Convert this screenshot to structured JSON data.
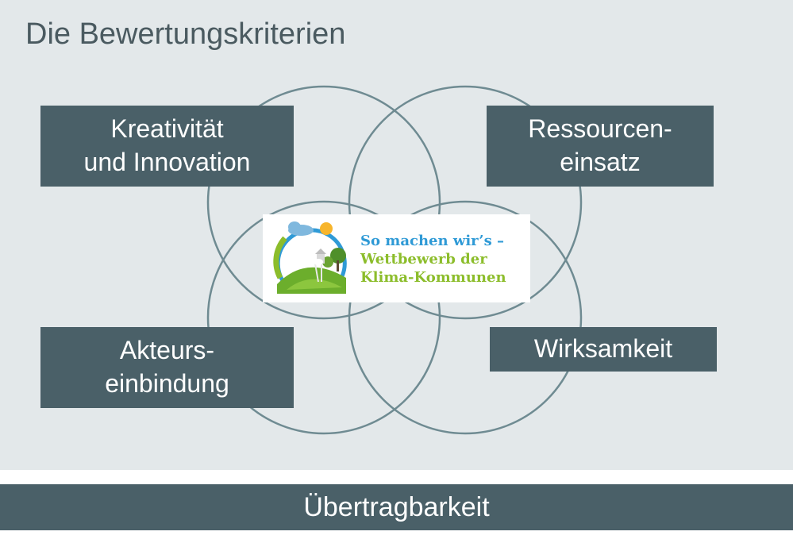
{
  "title": "Die Bewertungskriterien",
  "criteria": {
    "top_left": "Kreativität\nund Innovation",
    "top_right": "Ressourcen-\neinsatz",
    "bottom_left": "Akteurs-\neinbindung",
    "bottom_right": "Wirksamkeit"
  },
  "logo": {
    "line1": "So machen wir’s –",
    "line2": "Wettbewerb der",
    "line3": "Klima-Kommunen"
  },
  "bottom_bar": "Übertragbarkeit",
  "colors": {
    "slide_background": "#e3e8ea",
    "box_fill": "#4a6068",
    "circle_stroke": "#6f8b92",
    "logo_blue": "#2f9ad6",
    "logo_green": "#8cbd2b"
  }
}
